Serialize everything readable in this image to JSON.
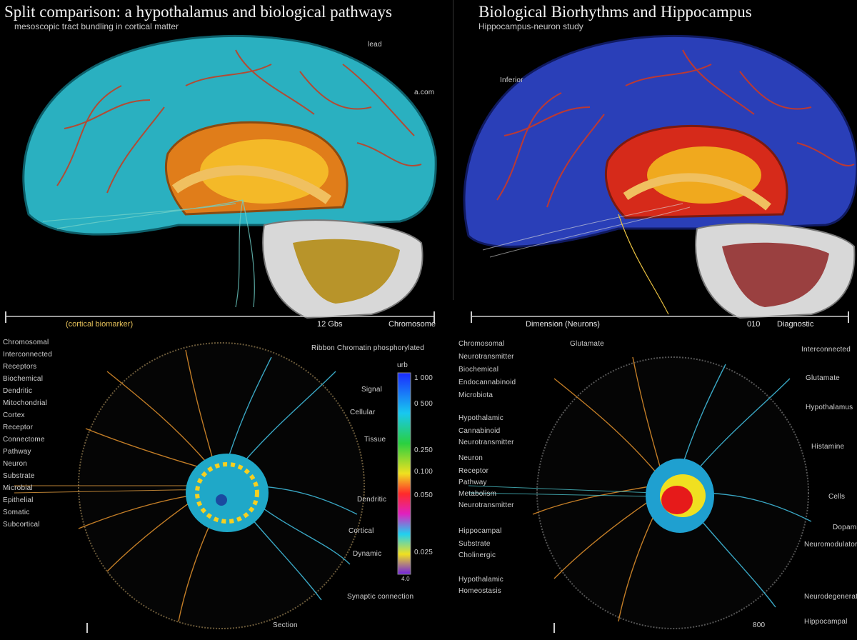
{
  "left": {
    "title": "Split comparison: a hypothalamus and biological pathways",
    "subtitle": "mesoscopic tract bundling in cortical matter",
    "top_labels": [
      "lead",
      "a.com"
    ],
    "axis": {
      "left_label": "(cortical biomarker)",
      "center_label": "12 Gbs",
      "right_label": "Chromosome"
    },
    "header_label": "Ribbon Chromatin phosphorylated",
    "side_labels": [
      "Chromosomal",
      "Interconnected",
      "Receptors",
      "Biochemical",
      "Dendritic",
      "Mitochondrial",
      "Cortex",
      "Receptor",
      "Connectome",
      "Pathway",
      "Neuron",
      "Substrate",
      "Microbial",
      "Epithelial",
      "Somatic",
      "Subcortical"
    ],
    "right_labels": [
      "Signal",
      "Cellular",
      "Tissue",
      "Dendritic",
      "Cortical",
      "Dynamic"
    ],
    "bottom_right_label": "Synaptic connection",
    "bottom_label": "Section",
    "scale": {
      "top": "urb",
      "values": [
        "1 000",
        "0 500",
        "0.250",
        "0.100",
        "0.050",
        "0.025"
      ],
      "bottom": "4.0"
    },
    "colors": {
      "cortex": "#2fb4c4",
      "vessel": "#c93a1c",
      "core": "#f6c02a"
    }
  },
  "right": {
    "title": "Biological Biorhythms and Hippocampus",
    "subtitle": "Hippocampus-neuron study",
    "top_labels": [
      "Inferior"
    ],
    "axis": {
      "left_label": "Dimension (Neurons)",
      "center_label": "010",
      "right_label": "Diagnostic"
    },
    "side_labels": [
      "Chromosomal",
      "Neurotransmitter",
      "Biochemical",
      "Endocannabinoid",
      "Microbiota",
      "Hypothalamic",
      "Cannabinoid",
      "Neurotransmitter",
      "Neuron",
      "Receptor",
      "Pathway",
      "Metabolism",
      "Neurotransmitter",
      "Hippocampal",
      "Substrate",
      "Cholinergic",
      "Hypothalamic",
      "Homeostasis"
    ],
    "right_labels": [
      "Interconnected",
      "Glutamate",
      "Hypothalamus",
      "Histamine",
      "Cells",
      "Dopamine",
      "Neuromodulator",
      "Neurodegenerative",
      "Hippocampal"
    ],
    "top_center_label": "Glutamate",
    "bottom_label": "800",
    "colors": {
      "cortex": "#2a3fb8",
      "vessel": "#d6381c",
      "core": "#e8301a"
    }
  }
}
